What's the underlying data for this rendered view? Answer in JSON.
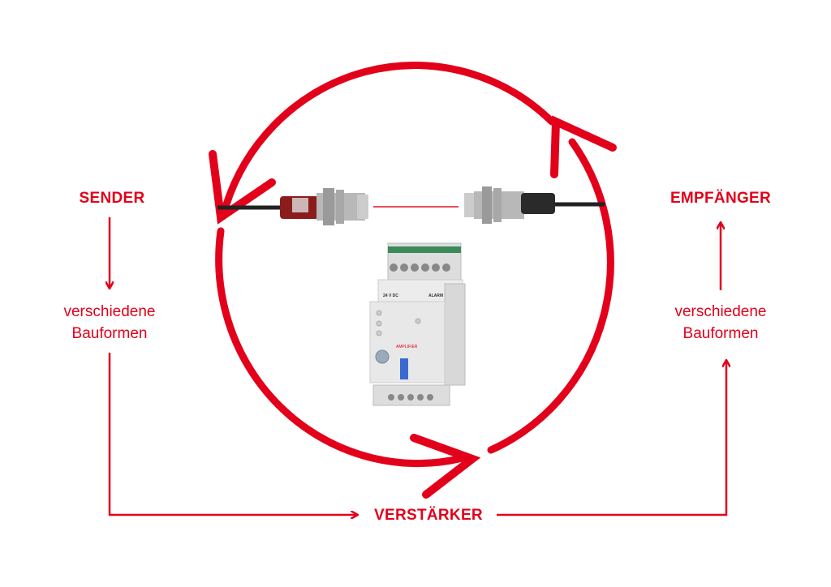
{
  "labels": {
    "sender": "SENDER",
    "receiver": "EMPFÄNGER",
    "amplifier": "VERSTÄRKER",
    "sender_variants": [
      "verschiedene",
      "Bauformen"
    ],
    "receiver_variants": [
      "verschiedene",
      "Bauformen"
    ]
  },
  "device": {
    "supply_label": "24 V DC",
    "alarm_label": "ALARM"
  },
  "colors": {
    "accent": "#e2001a"
  }
}
